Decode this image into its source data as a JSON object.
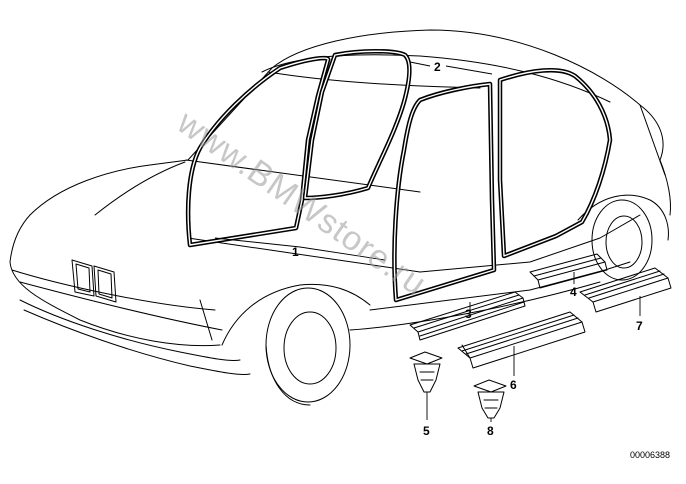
{
  "callouts": {
    "c1": "1",
    "c2": "2",
    "c3": "3",
    "c4": "4",
    "c5": "5",
    "c6": "6",
    "c7": "7",
    "c8": "8"
  },
  "part_number": "00006388",
  "watermark": "www.BMWstore.ru"
}
